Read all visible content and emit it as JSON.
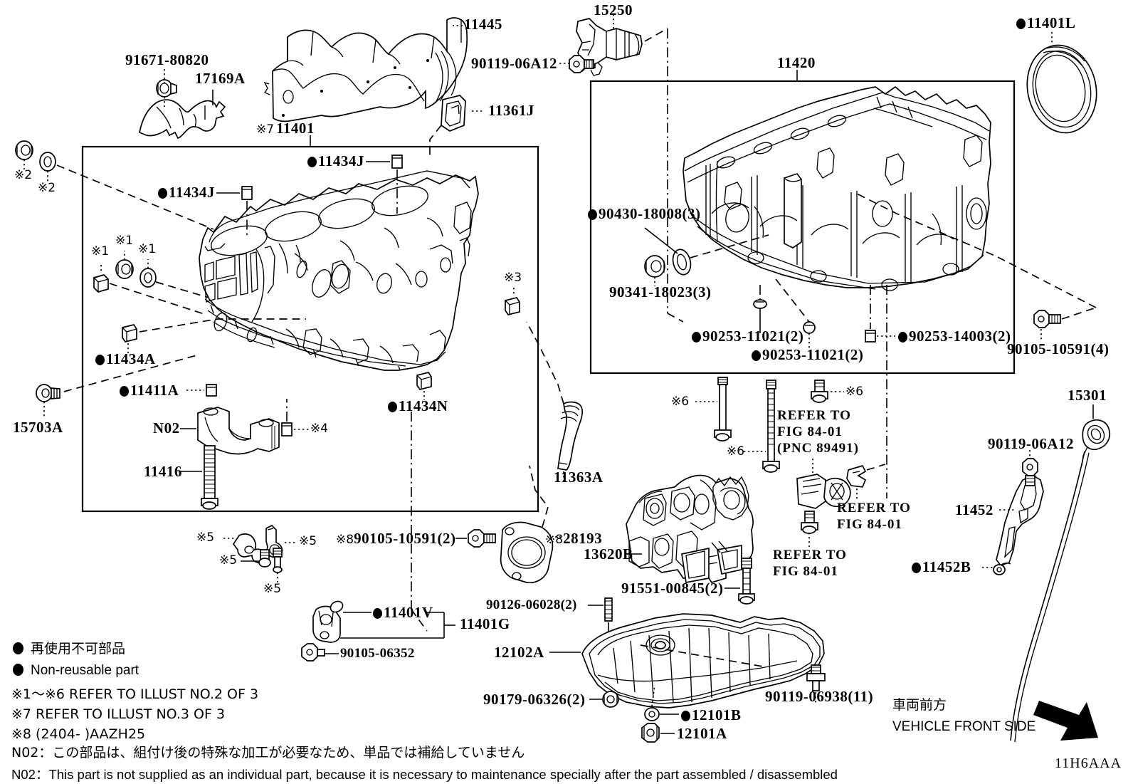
{
  "diagram": {
    "code": "11H6AAA",
    "vehicle_front_jp": "車両前方",
    "vehicle_front_en": "VEHICLE FRONT SIDE"
  },
  "legend": {
    "nonreusable_jp": "再使用不可部品",
    "nonreusable_en": "Non-reusable part",
    "notes": [
      "※1～※6  REFER TO ILLUST NO.2 OF 3",
      "※7 REFER TO ILLUST NO.3 OF 3",
      "※8 (2404-      )AAZH25",
      "N02：この部品は、組付け後の特殊な加工が必要なため、単品では補給していません",
      "N02：This part is not supplied as an individual part, because it is necessary to maintenance specially after the part assembled / disassembled"
    ]
  },
  "callouts": {
    "c_91671_80820": "91671-80820",
    "c_17169A": "17169A",
    "c_11445": "11445",
    "c_90119_06A12_top": "90119-06A12",
    "c_11361J": "11361J",
    "c_11401_block": "11401",
    "c_11401_mark": "※7",
    "c_15250": "15250",
    "c_11420": "11420",
    "c_11401L": "11401L",
    "c_11434J_upper": "11434J",
    "c_11434J_lower": "11434J",
    "c_ast2_a": "※2",
    "c_ast2_b": "※2",
    "c_ast1_a": "※1",
    "c_ast1_b": "※1",
    "c_ast1_c": "※1",
    "c_ast3": "※3",
    "c_11434A": "11434A",
    "c_11411A": "11411A",
    "c_15703A": "15703A",
    "c_N02": "N02",
    "c_11416": "11416",
    "c_11434N": "11434N",
    "c_ast4": "※4",
    "c_11363A": "11363A",
    "c_ast5_a": "※5",
    "c_ast5_b": "※5",
    "c_ast5_c": "※5",
    "c_ast5_d": "※5",
    "c_ast8_90105": "※8",
    "c_90105_10591_2": "90105-10591(2)",
    "c_ast8_28193": "※8",
    "c_28193": "28193",
    "c_13620B": "13620B",
    "c_11401V": "11401V",
    "c_11401G": "11401G",
    "c_90126_06028": "90126-06028(2)",
    "c_90105_06352": "90105-06352",
    "c_90430_18008": "90430-18008(3)",
    "c_90341_18023": "90341-18023(3)",
    "c_90253_11021_a": "90253-11021(2)",
    "c_90253_11021_b": "90253-11021(2)",
    "c_90253_14003": "90253-14003(2)",
    "c_90105_10591_4": "90105-10591(4)",
    "c_ast6_a": "※6",
    "c_ast6_b": "※6",
    "c_ast6_c": "※6",
    "c_refer_84_01_a": "REFER TO\nFIG 84-01\n(PNC 89491)",
    "c_refer_84_01_b": "REFER TO\nFIG 84-01",
    "c_refer_84_01_c": "REFER TO\nFIG 84-01",
    "c_91551_00845": "91551-00845(2)",
    "c_12102A": "12102A",
    "c_90179_06326": "90179-06326(2)",
    "c_12101B": "12101B",
    "c_12101A": "12101A",
    "c_90119_06938": "90119-06938(11)",
    "c_15301": "15301",
    "c_90119_06A12_dip": "90119-06A12",
    "c_11452": "11452",
    "c_11452B": "11452B"
  }
}
